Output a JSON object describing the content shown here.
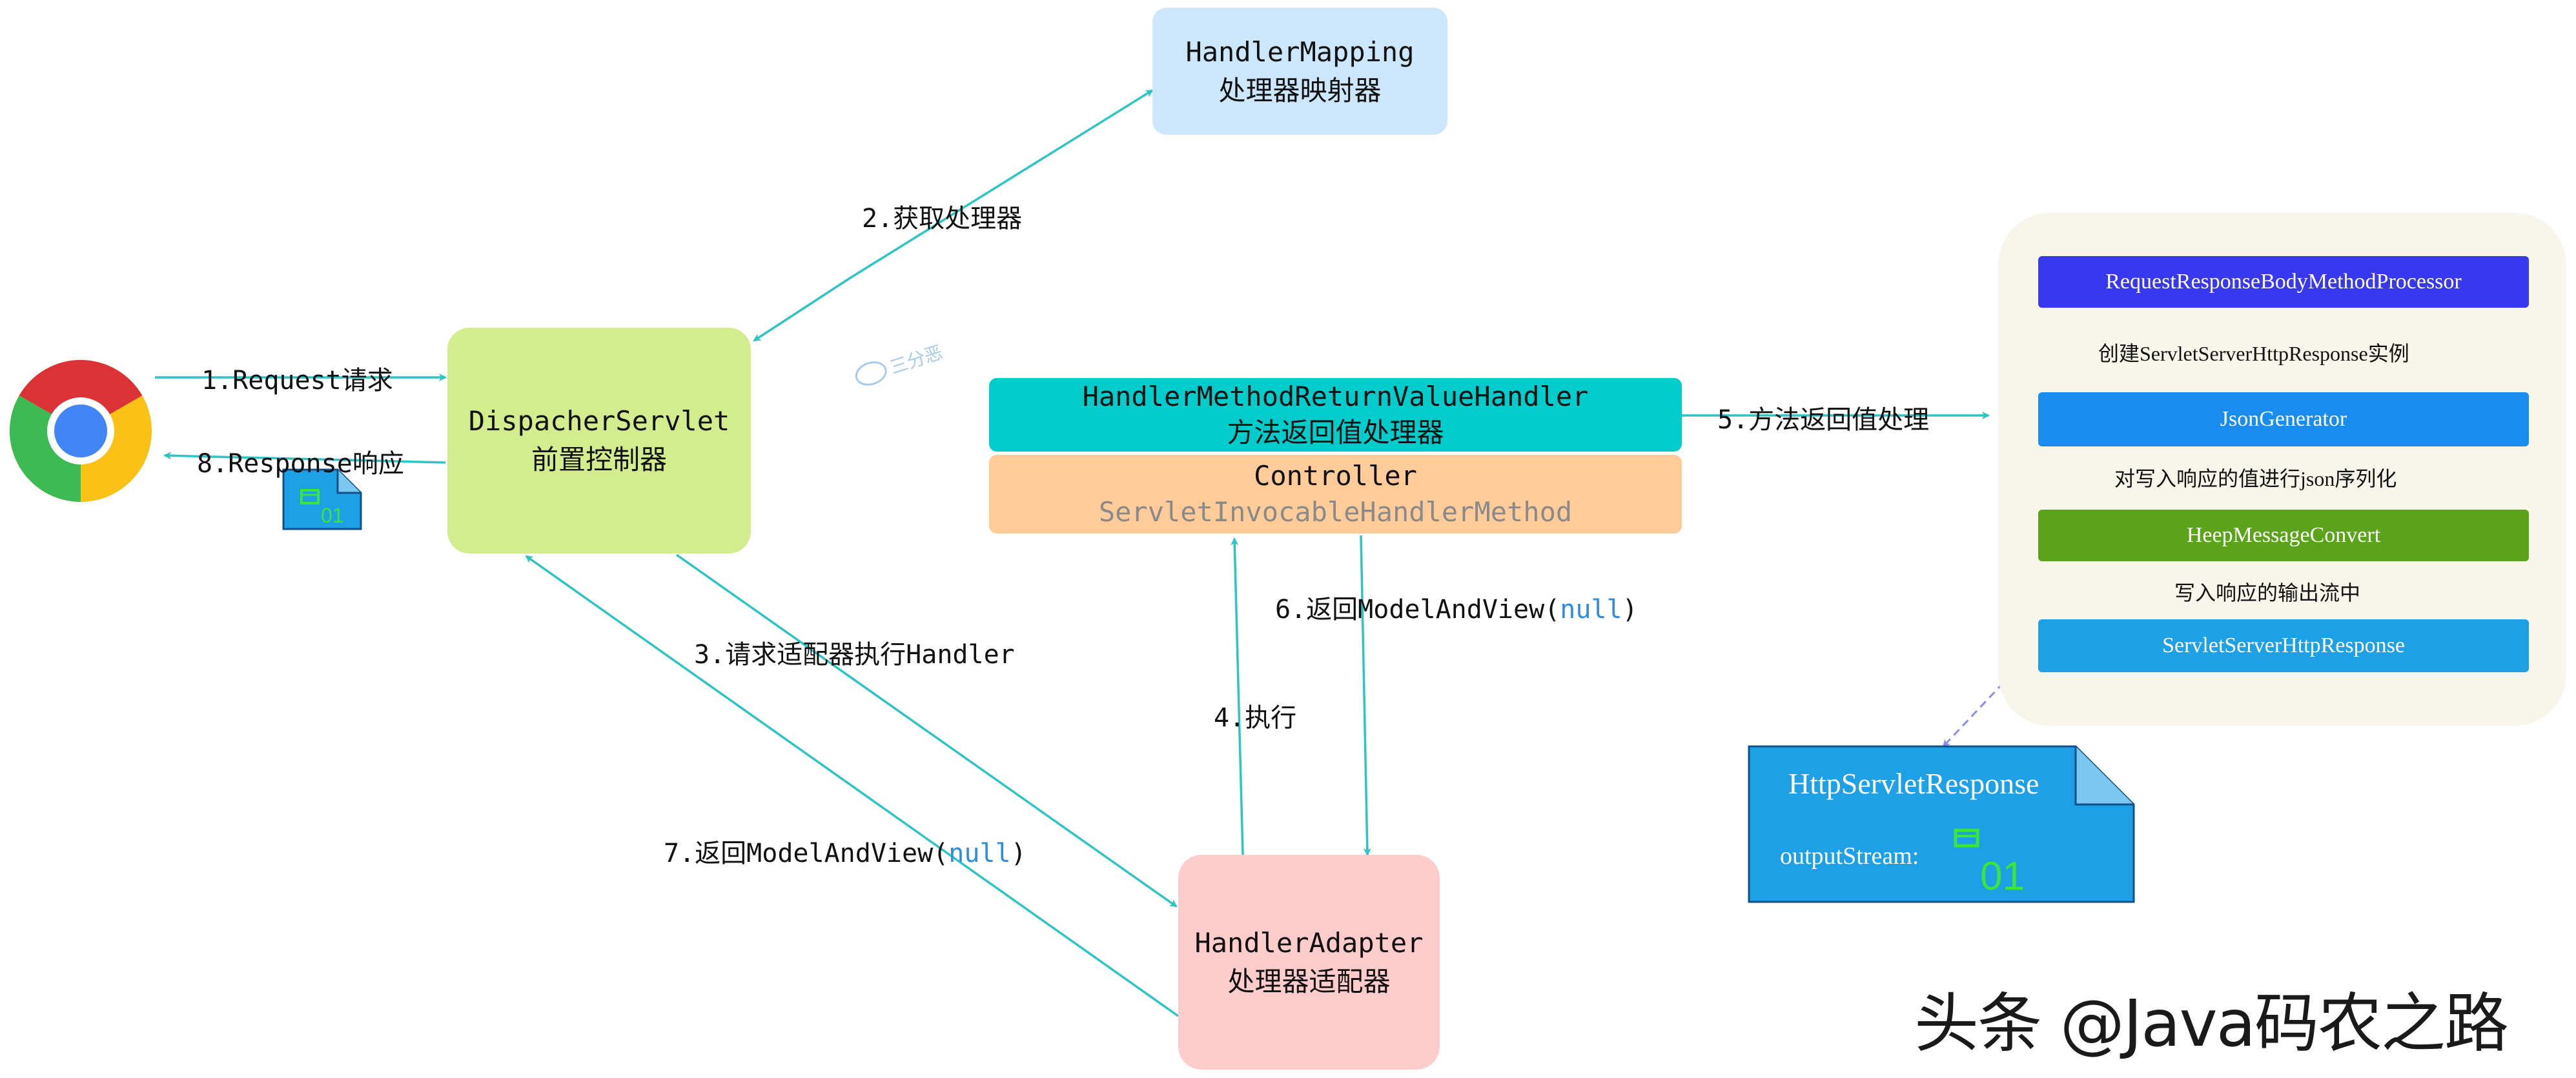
{
  "nodes": {
    "handler_mapping": {
      "line1": "HandlerMapping",
      "line2": "处理器映射器"
    },
    "dispatcher": {
      "line1": "DispacherServlet",
      "line2": "前置控制器"
    },
    "return_handler": {
      "line1": "HandlerMethodReturnValueHandler",
      "line2": "方法返回值处理器"
    },
    "controller": {
      "line1": "Controller",
      "line2": "ServletInvocableHandlerMethod"
    },
    "adapter": {
      "line1": "HandlerAdapter",
      "line2": "处理器适配器"
    }
  },
  "edges": {
    "e1": "1.Request请求",
    "e2": "2.获取处理器",
    "e3": "3.请求适配器执行Handler",
    "e4": "4.执行",
    "e5": "5.方法返回值处理",
    "e6_prefix": "6.返回ModelAndView(",
    "e6_null": "null",
    "e6_suffix": ")",
    "e7_prefix": "7.返回ModelAndView(",
    "e7_null": "null",
    "e7_suffix": ")",
    "e8": "8.Response响应"
  },
  "processors": {
    "p1": "RequestResponseBodyMethodProcessor",
    "p1_to_p2": "创建ServletServerHttpResponse实例",
    "p2": "JsonGenerator",
    "p2_to_p3": "对写入响应的值进行json序列化",
    "p3": "HeepMessageConvert",
    "p3_to_p4": "写入响应的输出流中",
    "p4": "ServletServerHttpResponse"
  },
  "http_response": {
    "title": "HttpServletResponse",
    "stream_label": "outputStream:",
    "stream_glyph": "01"
  },
  "file_icon_glyph": "01",
  "watermark_small": "三分恶",
  "watermark": "头条 @Java码农之路",
  "colors": {
    "arrow": "#2ec4c4",
    "handler_mapping": "#cce6fb",
    "dispatcher": "#d3ec8e",
    "return_handler": "#00cccc",
    "controller": "#ffcc99",
    "adapter": "#ffcccc",
    "p1": "#3838f0",
    "p2": "#1a8cf0",
    "p3": "#5aa31a",
    "p4": "#1ea0e6",
    "panel": "#f8f6ea",
    "http_response": "#1ea0e6"
  }
}
